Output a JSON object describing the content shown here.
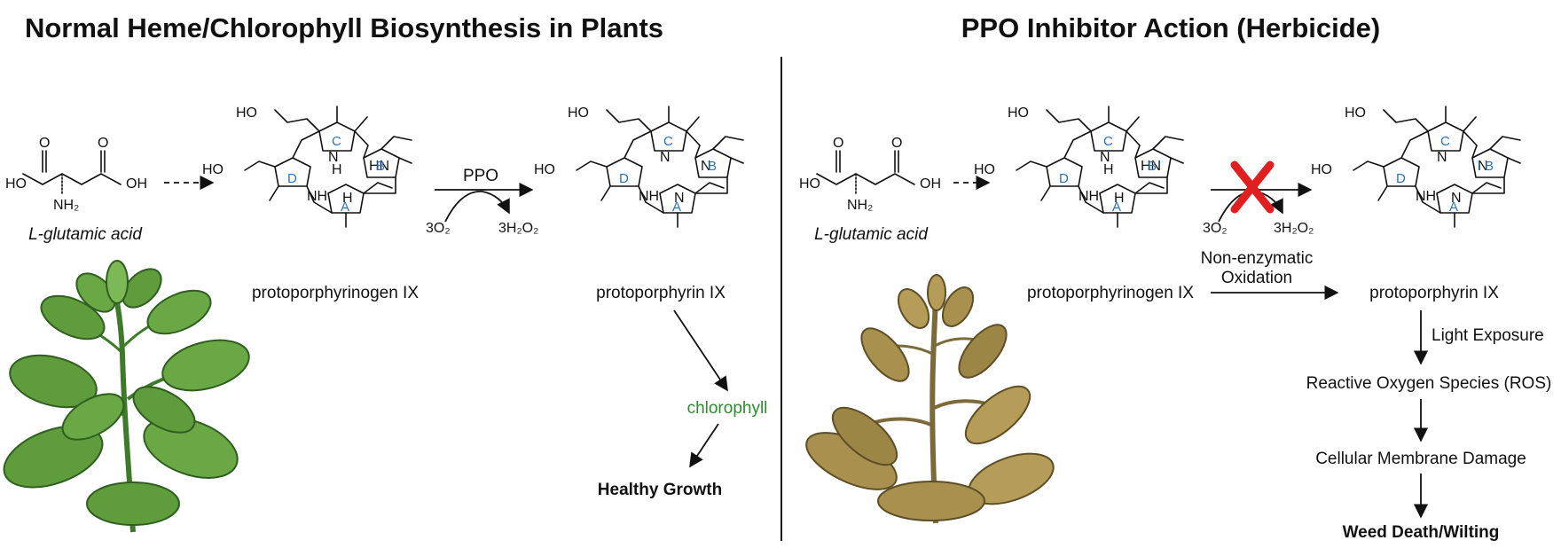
{
  "left_panel": {
    "title": "Normal Heme/Chlorophyll Biosynthesis in Plants",
    "glutamate_label": "L-glutamic acid",
    "protoporphyrinogen_label": "protoporphyrinogen IX",
    "enzyme_label": "PPO",
    "reactant": "3O₂",
    "product": "3H₂O₂",
    "protoporphyrin_label": "protoporphyrin IX",
    "chlorophyll_label": "chlorophyll",
    "outcome_label": "Healthy Growth"
  },
  "right_panel": {
    "title": "PPO Inhibitor Action (Herbicide)",
    "glutamate_label": "L-glutamic acid",
    "protoporphyrinogen_label": "protoporphyrinogen IX",
    "reactant": "3O₂",
    "product": "3H₂O₂",
    "nonenzymatic_line1": "Non-enzymatic",
    "nonenzymatic_line2": "Oxidation",
    "protoporphyrin_label": "protoporphyrin IX",
    "step_light": "Light Exposure",
    "step_ros": "Reactive Oxygen Species (ROS)",
    "step_membrane": "Cellular Membrane Damage",
    "outcome_label": "Weed Death/Wilting"
  },
  "atoms": {
    "ho": "HO",
    "oh": "OH",
    "o": "O",
    "nh2": "NH₂",
    "nh": "NH",
    "hn": "HN",
    "n": "N",
    "h": "H"
  },
  "ring_letters": {
    "a": "A",
    "b": "B",
    "c": "C",
    "d": "D"
  },
  "colors": {
    "ring_letter": "#2a74b8",
    "chlorophyll_text": "#2e8b2e",
    "inhibit_cross": "#e02020",
    "healthy_leaf": "#5e9c3c",
    "dead_leaf": "#a8904f"
  },
  "icons": {
    "inhibit": "red-x-cross-icon",
    "healthy_plant": "green-plant-illustration",
    "dead_plant": "wilted-plant-illustration"
  }
}
